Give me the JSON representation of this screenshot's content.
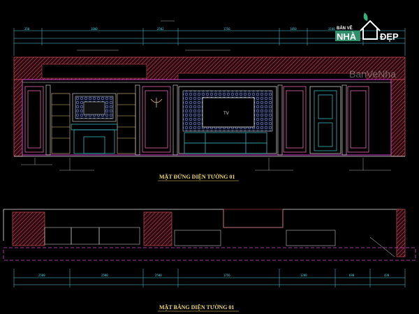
{
  "drawing": {
    "elevation_title": "MẶT ĐỨNG DIỆN TƯỜNG 01",
    "plan_title": "MẶT BẰNG DIỆN TƯỜNG 01",
    "tv_label": "TV",
    "watermark": "BanVeNha",
    "logo": {
      "small_text": "BẢN VẼ",
      "big_text_1": "NHÀ",
      "big_text_2": "ĐẸP"
    },
    "top_dimensions": [
      "350",
      "1000",
      "2502",
      "1756",
      "1850",
      "3100"
    ],
    "bottom_dimensions": [
      "2500",
      "2500",
      "2500",
      "1756",
      "1200",
      "690",
      "430"
    ],
    "colors": {
      "background": "#000000",
      "wall_hatch": "#c84a55",
      "dimension": "#4fd4e6",
      "frame_magenta": "#e040e0",
      "panel_pink": "#e06ab4",
      "cabinet_cyan": "#3fd0d8",
      "title_yellow": "#f0dc6a",
      "white_line": "#e8e8e8"
    }
  }
}
